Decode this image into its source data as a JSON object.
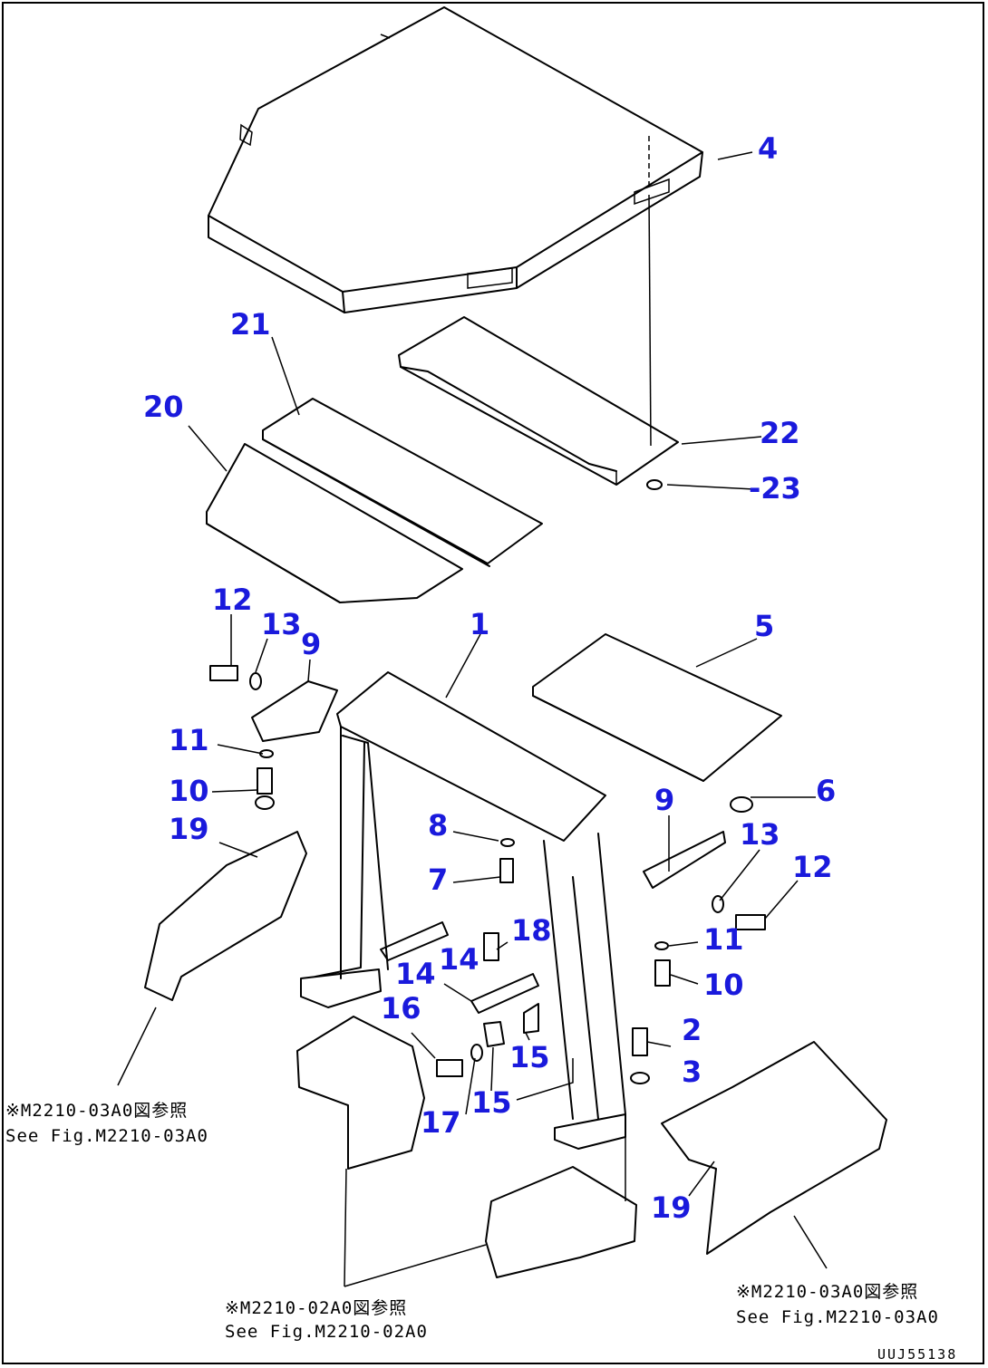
{
  "callouts": [
    {
      "id": "4",
      "label": "4"
    },
    {
      "id": "21",
      "label": "21"
    },
    {
      "id": "20",
      "label": "20"
    },
    {
      "id": "22",
      "label": "22"
    },
    {
      "id": "23",
      "label": "-23"
    },
    {
      "id": "12a",
      "label": "12"
    },
    {
      "id": "13a",
      "label": "13"
    },
    {
      "id": "9a",
      "label": "9"
    },
    {
      "id": "1",
      "label": "1"
    },
    {
      "id": "5",
      "label": "5"
    },
    {
      "id": "11a",
      "label": "11"
    },
    {
      "id": "10a",
      "label": "10"
    },
    {
      "id": "6",
      "label": "6"
    },
    {
      "id": "19a",
      "label": "19"
    },
    {
      "id": "8",
      "label": "8"
    },
    {
      "id": "9b",
      "label": "9"
    },
    {
      "id": "13b",
      "label": "13"
    },
    {
      "id": "12b",
      "label": "12"
    },
    {
      "id": "7",
      "label": "7"
    },
    {
      "id": "18",
      "label": "18"
    },
    {
      "id": "14a",
      "label": "14"
    },
    {
      "id": "14b",
      "label": "14"
    },
    {
      "id": "11b",
      "label": "11"
    },
    {
      "id": "10b",
      "label": "10"
    },
    {
      "id": "16",
      "label": "16"
    },
    {
      "id": "2",
      "label": "2"
    },
    {
      "id": "15a",
      "label": "15"
    },
    {
      "id": "3",
      "label": "3"
    },
    {
      "id": "15b",
      "label": "15"
    },
    {
      "id": "17",
      "label": "17"
    },
    {
      "id": "19b",
      "label": "19"
    }
  ],
  "references": {
    "left_jp": "※M2210-03A0図参照",
    "left_en": "See Fig.M2210-03A0",
    "bottom_jp": "※M2210-02A0図参照",
    "bottom_en": "See Fig.M2210-02A0",
    "right_jp": "※M2210-03A0図参照",
    "right_en": "See Fig.M2210-03A0"
  },
  "drawing_code": "UUJ55138",
  "colors": {
    "callout": "#1a1adc",
    "line": "#000000"
  }
}
